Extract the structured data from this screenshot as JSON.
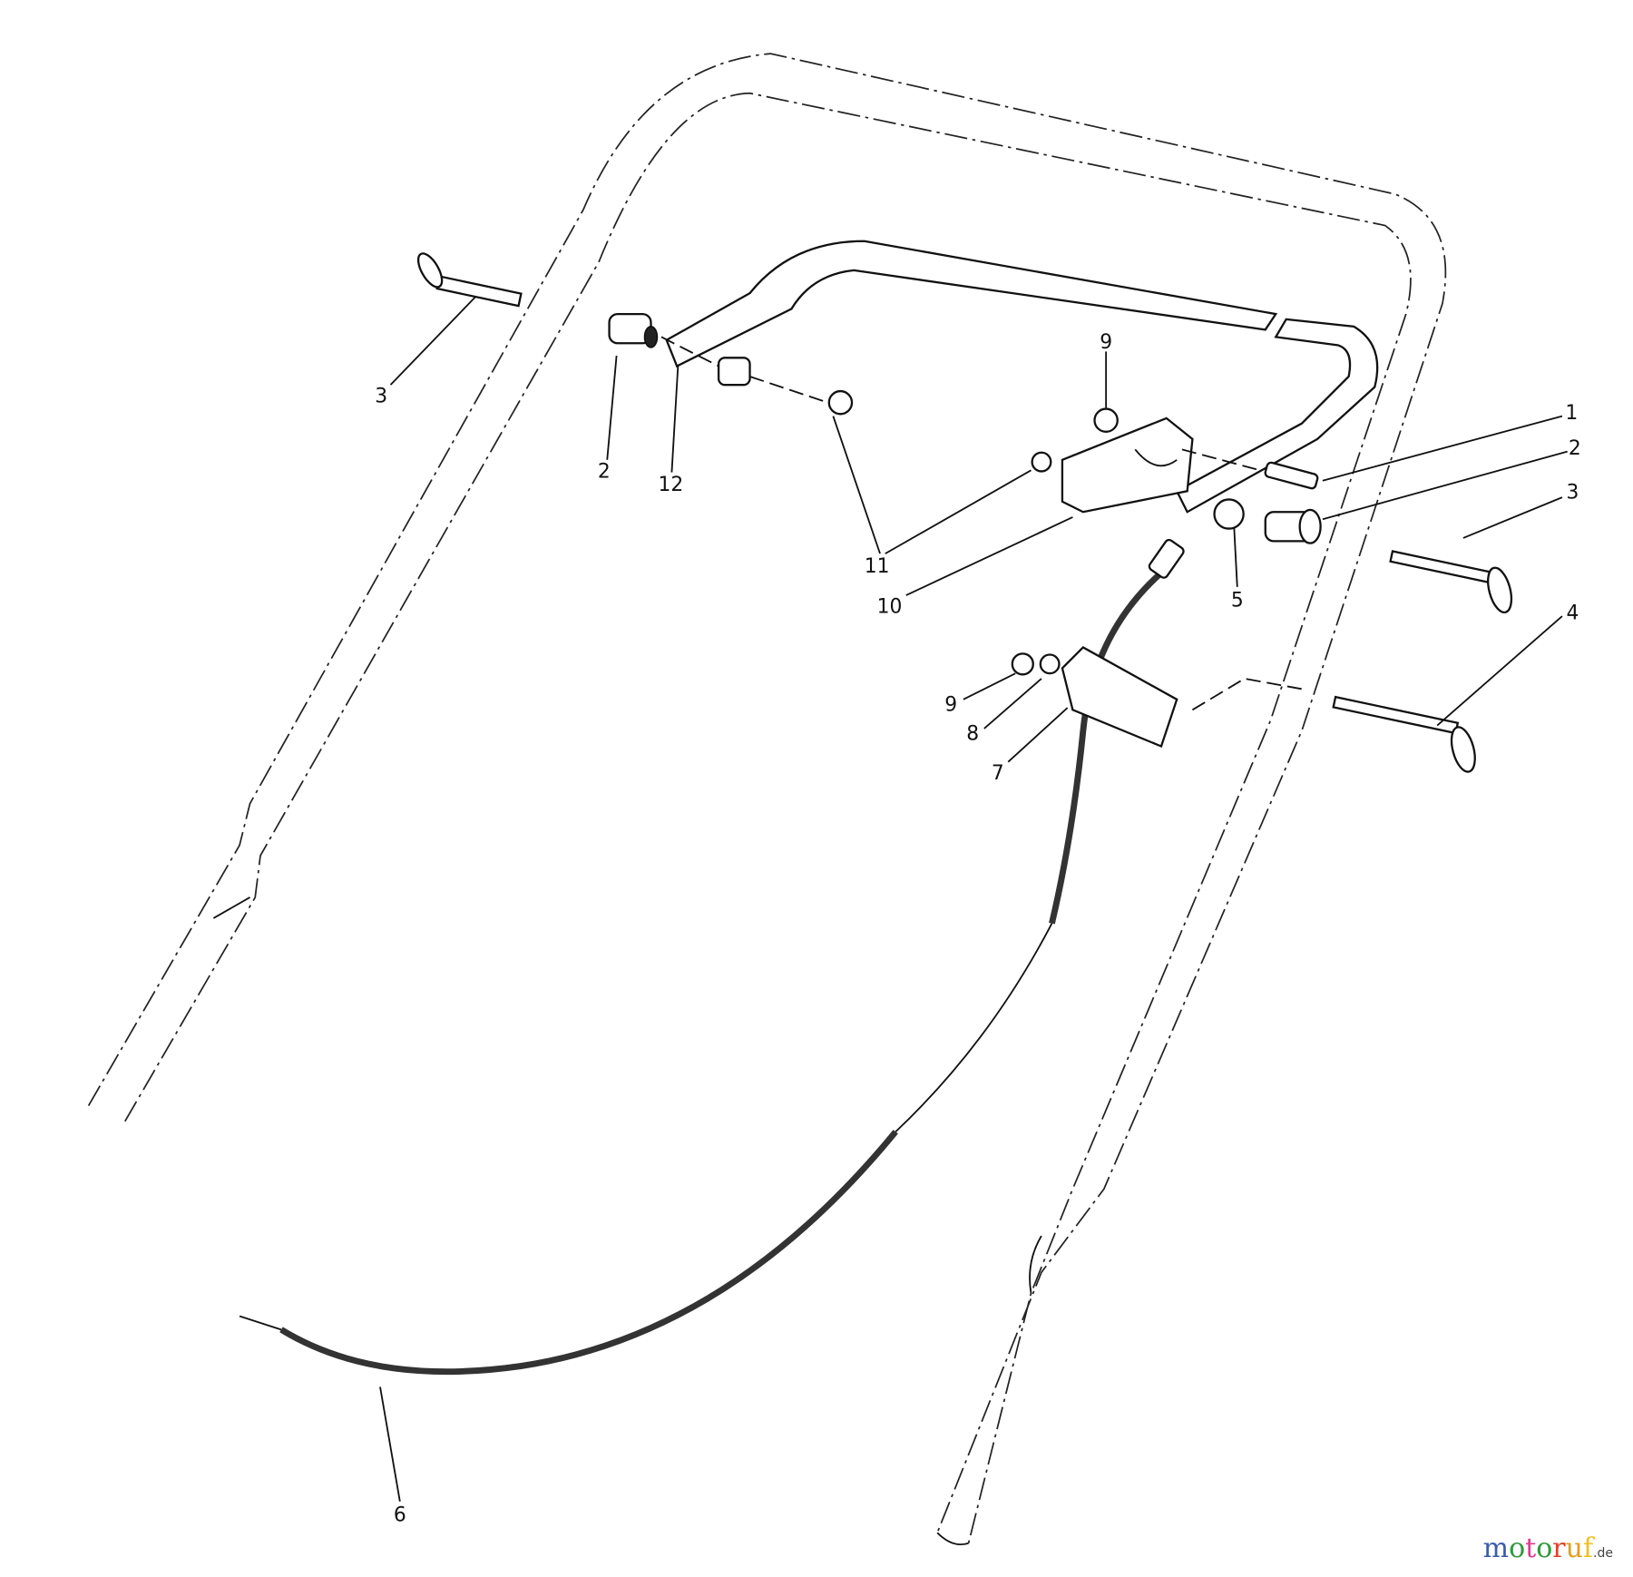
{
  "diagram": {
    "callouts": [
      {
        "id": "c3a",
        "text": "3"
      },
      {
        "id": "c2a",
        "text": "2"
      },
      {
        "id": "c12",
        "text": "12"
      },
      {
        "id": "c9a",
        "text": "9"
      },
      {
        "id": "c11",
        "text": "11"
      },
      {
        "id": "c10",
        "text": "10"
      },
      {
        "id": "c1",
        "text": "1"
      },
      {
        "id": "c2b",
        "text": "2"
      },
      {
        "id": "c3b",
        "text": "3"
      },
      {
        "id": "c5",
        "text": "5"
      },
      {
        "id": "c4",
        "text": "4"
      },
      {
        "id": "c9b",
        "text": "9"
      },
      {
        "id": "c8",
        "text": "8"
      },
      {
        "id": "c7",
        "text": "7"
      },
      {
        "id": "c6",
        "text": "6"
      }
    ]
  },
  "watermark": {
    "brand": "motoruf",
    "suffix": ".de",
    "colors": [
      "#3b5bab",
      "#2e9a3e",
      "#e23c8c",
      "#2e9a3e",
      "#d9452b",
      "#e0a020",
      "#f0c020"
    ]
  }
}
